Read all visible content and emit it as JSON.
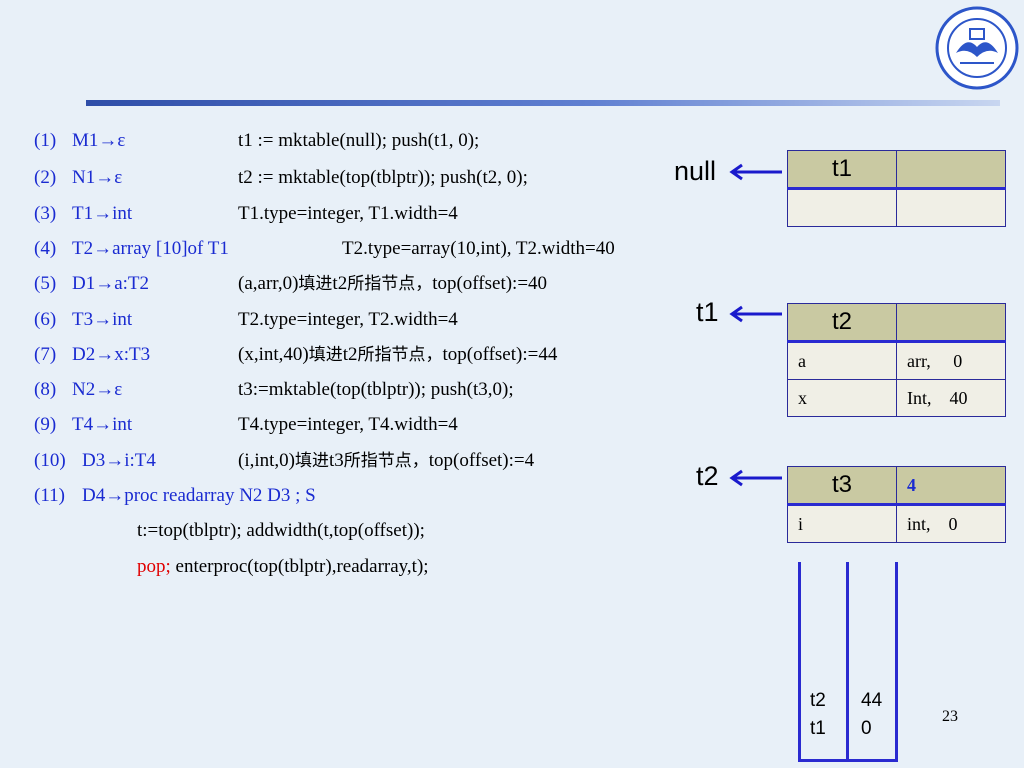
{
  "lines": [
    {
      "num": "(1)",
      "prod": "M1→ε",
      "action": "t1 := mktable(null); push(t1, 0);"
    },
    {
      "num": "(2)",
      "prod": "N1→ε",
      "action": "t2 := mktable(top(tblptr));  push(t2, 0);"
    },
    {
      "num": "(3)",
      "prod": "T1→int",
      "action": "T1.type=integer,  T1.width=4"
    },
    {
      "num": "(4)",
      "prod": "T2→array [10]of T1",
      "action": "T2.type=array(10,int),  T2.width=40"
    },
    {
      "num": "(5)",
      "prod": "D1→a:T2",
      "action_pre": "(a,arr,0)",
      "cjk1": "填进",
      "mid": "t2",
      "cjk2": "所指节点，",
      "action_post": "top(offset):=40"
    },
    {
      "num": "(6)",
      "prod": "T3→int",
      "action": "T2.type=integer,  T2.width=4"
    },
    {
      "num": "(7)",
      "prod": "D2→x:T3",
      "action_pre": "(x,int,40)",
      "cjk1": "填进",
      "mid": "t2",
      "cjk2": "所指节点，",
      "action_post": "top(offset):=44"
    },
    {
      "num": "(8)",
      "prod": "N2→ε",
      "action": "t3:=mktable(top(tblptr));  push(t3,0);"
    },
    {
      "num": "(9)",
      "prod": "T4→int",
      "action": "T4.type=integer,  T4.width=4"
    },
    {
      "num": "(10)",
      "prod": "D3→i:T4",
      "action_pre": "(i,int,0)",
      "cjk1": "填进",
      "mid": "t3",
      "cjk2": "所指节点，",
      "action_post": "top(offset):=4"
    },
    {
      "num": "(11)",
      "prod": "D4→proc readarray N2 D3 ; S"
    }
  ],
  "continuation": {
    "line1": "t:=top(tblptr); addwidth(t,top(offset));",
    "pop": "pop;",
    "line2_rest": " enterproc(top(tblptr),readarray,t);"
  },
  "pointers": {
    "null": "null",
    "t1": "t1",
    "t2": "t2"
  },
  "tables": {
    "t1": {
      "title": "t1",
      "head_value": "",
      "rows": [
        [
          "",
          ""
        ]
      ]
    },
    "t2": {
      "title": "t2",
      "head_value": "",
      "rows": [
        [
          "a",
          "arr,     0"
        ],
        [
          "x",
          "Int,    40"
        ]
      ]
    },
    "t3": {
      "title": "t3",
      "head_value": "4",
      "rows": [
        [
          "i",
          "int,    0"
        ]
      ]
    }
  },
  "stack": {
    "top_ptr": "t2",
    "bottom_ptr": "t1",
    "top_offset": "44",
    "bottom_offset": "0"
  },
  "page_number": "23",
  "colors": {
    "blue": "#1a2bd1",
    "red": "#e00000",
    "table_head": "#c9c9a2",
    "table_body": "#f0efe6"
  }
}
